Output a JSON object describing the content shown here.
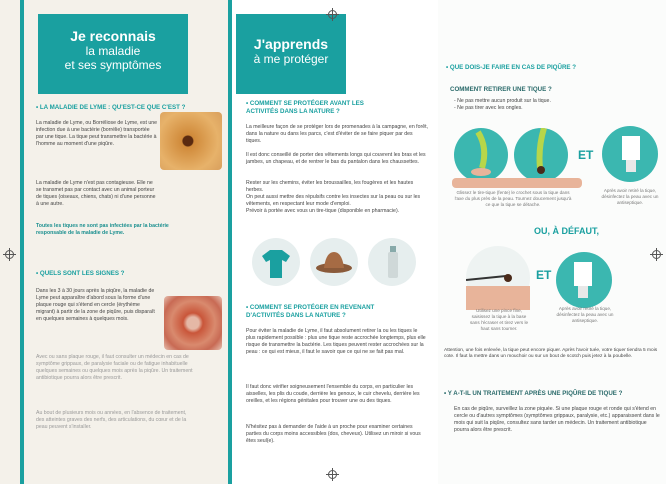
{
  "panel1": {
    "header_line1": "Je reconnais",
    "header_line2": "la maladie",
    "header_line3": "et ses symptômes",
    "sec1_title": "• LA MALADIE DE LYME : QU'EST-CE QUE C'EST ?",
    "sec1_p1": "La maladie de Lyme, ou Borréliose de Lyme, est une infection due à une bactérie (borrélie) transportée par une tique. La tique peut transmettre la bactérie à l'homme au moment d'une piqûre.",
    "sec1_p2": "La maladie de Lyme n'est pas contagieuse. Elle ne se transmet pas par contact avec un animal porteur de tiques (oiseaux, chiens, chats) ni d'une personne à une autre.",
    "sec1_p3": "Toutes les tiques ne sont pas infectées par la bactérie responsable de la maladie de Lyme.",
    "sec2_title": "• QUELS SONT LES SIGNES ?",
    "sec2_p1": "Dans les 3 à 30 jours après la piqûre, la maladie de Lyme peut apparaître d'abord sous la forme d'une plaque rouge qui s'étend en cercle (érythème migrant) à partir de la zone de piqûre, puis disparaît en quelques semaines à quelques mois.",
    "sec2_p2": "Avec ou sans plaque rouge, il faut consulter un médecin en cas de symptôme grippaux, de paralysie faciale ou de fatigue inhabituelle quelques semaines ou quelques mois après la piqûre. Un traitement antibiotique pourra alors être prescrit.",
    "sec2_p3": "Au bout de plusieurs mois ou années, en l'absence de traitement, des atteintes graves des nerfs, des articulations, du cœur et de la peau peuvent s'installer."
  },
  "panel2": {
    "header_line1": "J'apprends",
    "header_line2": "à me protéger",
    "sec1_title": "• COMMENT SE PROTÉGER AVANT LES ACTIVITÉS DANS LA NATURE ?",
    "sec1_p1": "La meilleure façon de se protéger lors de promenades à la campagne, en forêt, dans la nature ou dans les parcs, c'est d'éviter de se faire piquer par des tiques.",
    "sec1_p2": "Il est donc conseillé de porter des vêtements longs qui couvrent les bras et les jambes, un chapeau, et de rentrer le bas du pantalon dans les chaussettes.",
    "sec1_p3": "Rester sur les chemins, éviter les broussailles, les fougères et les hautes herbes.",
    "sec1_p4": "On peut aussi mettre des répulsifs contre les insectes sur la peau ou sur les vêtements, en respectant leur mode d'emploi.",
    "sec1_p5": "Prévoir à portée avec vous un tire-tique (disponible en pharmacie).",
    "sec2_title": "• COMMENT SE PROTÉGER EN REVENANT D'ACTIVITÉS DANS LA NATURE ?",
    "sec2_p1": "Pour éviter la maladie de Lyme, il faut absolument retirer la ou les tiques le plus rapidement possible : plus une tique reste accrochée longtemps, plus elle risque de transmettre la bactérie. Les tiques peuvent rester accrochées sur la peau : ce qui est mieux, il faut le savoir que ce qui ne se fait pas mal.",
    "sec2_p2": "Il faut donc vérifier soigneusement l'ensemble du corps, en particulier les aisselles, les plis du coude, derrière les genoux, le cuir chevelu, derrière les oreilles, et les régions génitales pour trouver une ou des tiques.",
    "sec2_p3": "N'hésitez pas à demander de l'aide à un proche pour examiner certaines parties du corps moins accessibles (dos, cheveux). Utilisez un miroir si vous êtes seul(e)."
  },
  "panel3": {
    "title": "• QUE DOIS-JE FAIRE EN CAS DE PIQÛRE ?",
    "sub1": "COMMENT RETIRER UNE TIQUE ?",
    "bullet1": "- Ne pas mettre aucun produit sur la tique.",
    "bullet2": "- Ne pas tirer avec les ongles.",
    "cap1": "Glissez le tire-tique (fente) le crochet sous la tique dans l'axe du plus près de la peau. Tournez doucement jusqu'à ce que la tique se détache.",
    "et1": "ET",
    "cap2": "Après avoir retiré la tique, désinfectez la peau avec un antiseptique.",
    "ou": "OU, À DÉFAUT,",
    "cap3": "Utilisez une pince fine, saisissez la tique à la base sans l'écraser et tirez vers le haut sans tourner.",
    "et2": "ET",
    "cap4": "Après avoir retiré la tique, désinfectez la peau avec un antiseptique.",
    "note": "Attention, une fois enlevée, la tique peut encore piquer. Après l'avoir tuée, votre tiquer tiendra 5 mois cote. Il faut la mettre dans un mouchoir ou sur un bout de scotch puis jetez à la poubelle.",
    "sub2": "• Y A-T-IL UN TRAITEMENT APRÈS UNE PIQÛRE DE TIQUE ?",
    "sub2_p": "En cas de piqûre, surveillez la zone piquée. Si une plaque rouge et ronde qui s'étend en cercle ou d'autres symptômes (symptômes grippaux, paralysie, etc.) apparaissent dans le mois qui suit la piqûre, consultez sans tarder un médecin. Un traitement antibiotique pourra alors être prescrit."
  },
  "colors": {
    "teal": "#1aa0a0",
    "cream": "#f4f1ea",
    "skin": "#e8b49a"
  }
}
